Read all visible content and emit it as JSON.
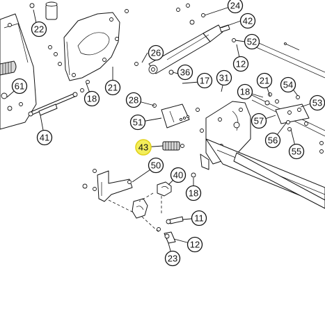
{
  "diagram": {
    "highlight_color": "#f3ee5a",
    "callouts": [
      {
        "id": "22",
        "label": "22"
      },
      {
        "id": "24",
        "label": "24"
      },
      {
        "id": "42",
        "label": "42"
      },
      {
        "id": "52",
        "label": "52"
      },
      {
        "id": "26",
        "label": "26"
      },
      {
        "id": "12a",
        "label": "12"
      },
      {
        "id": "36",
        "label": "36"
      },
      {
        "id": "17",
        "label": "17"
      },
      {
        "id": "31",
        "label": "31"
      },
      {
        "id": "21a",
        "label": "21"
      },
      {
        "id": "61",
        "label": "61"
      },
      {
        "id": "18a",
        "label": "18"
      },
      {
        "id": "21b",
        "label": "21"
      },
      {
        "id": "18b",
        "label": "18"
      },
      {
        "id": "54",
        "label": "54"
      },
      {
        "id": "53",
        "label": "53"
      },
      {
        "id": "28",
        "label": "28"
      },
      {
        "id": "57",
        "label": "57"
      },
      {
        "id": "51",
        "label": "51"
      },
      {
        "id": "41",
        "label": "41"
      },
      {
        "id": "56",
        "label": "56"
      },
      {
        "id": "55",
        "label": "55"
      },
      {
        "id": "43",
        "label": "43",
        "highlight": true
      },
      {
        "id": "50",
        "label": "50"
      },
      {
        "id": "40",
        "label": "40"
      },
      {
        "id": "18c",
        "label": "18"
      },
      {
        "id": "11",
        "label": "11"
      },
      {
        "id": "12b",
        "label": "12"
      },
      {
        "id": "23",
        "label": "23"
      }
    ]
  }
}
